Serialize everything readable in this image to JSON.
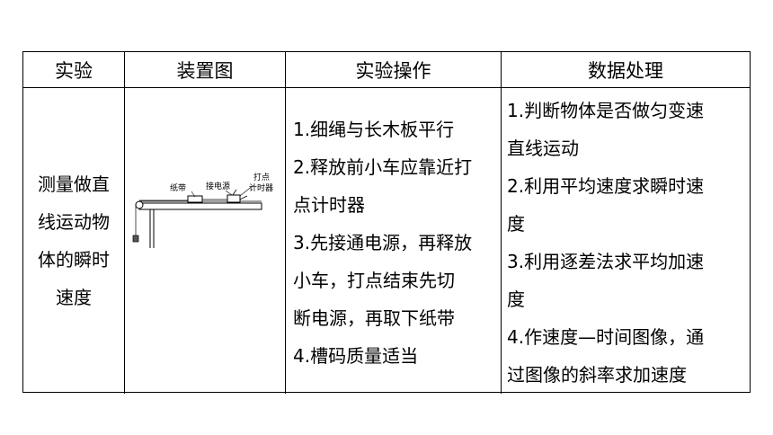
{
  "header": {
    "col1": "实验",
    "col2": "装置图",
    "col3": "实验操作",
    "col4": "数据处理"
  },
  "row": {
    "experiment_lines": [
      "测量做直",
      "线运动物",
      "体的瞬时",
      "速度"
    ],
    "apparatus_labels": {
      "paper_tape": "纸带",
      "power_supply": "接电源",
      "timer_line1": "打点",
      "timer_line2": "计时器"
    },
    "operation_lines": [
      "1.细绳与长木板平行",
      "2.释放前小车应靠近打",
      "点计时器",
      "3.先接通电源，再释放",
      "小车，打点结束先切",
      "断电源，再取下纸带",
      "4.槽码质量适当"
    ],
    "processing_lines": [
      "1.判断物体是否做匀变速",
      "直线运动",
      "2.利用平均速度求瞬时速",
      "度",
      "3.利用逐差法求平均加速",
      "度",
      "4.作速度—时间图像，通",
      "过图像的斜率求加速度"
    ]
  }
}
